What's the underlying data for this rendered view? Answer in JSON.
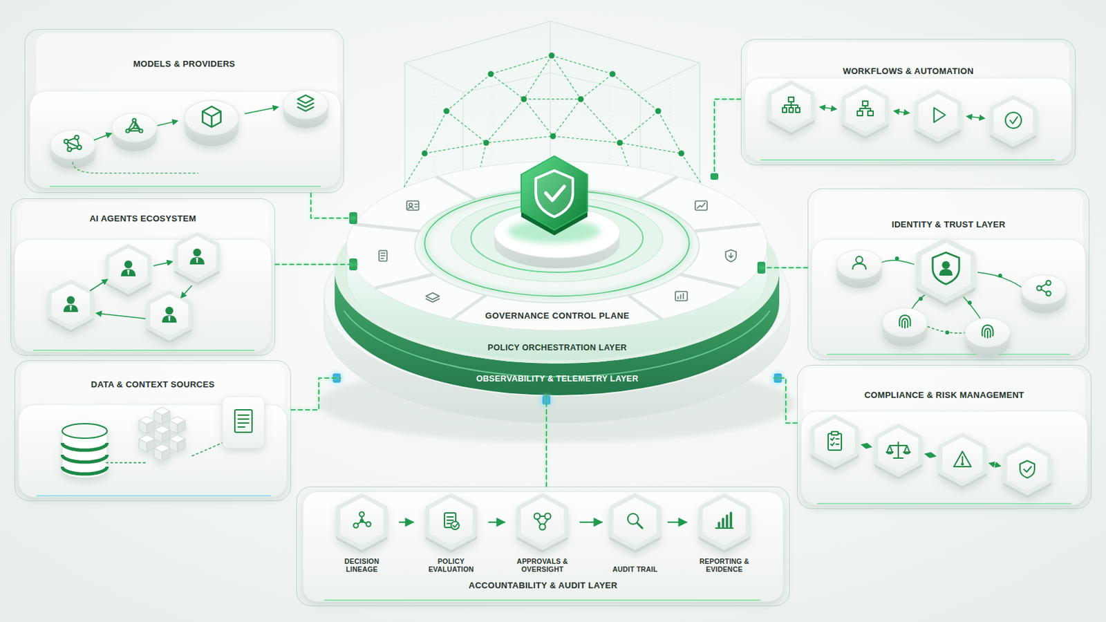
{
  "diagram": {
    "nodes": [
      {
        "text": [
          "MODELS & PROVIDERS"
        ]
      },
      {
        "text": [
          "WORKFLOWS & AUTOMATION"
        ]
      },
      {
        "text": [
          "AI AGENTS ECOSYSTEM"
        ]
      },
      {
        "text": [
          "GOVERNANCE CONTROL PLANE"
        ]
      },
      {
        "text": [
          "IDENTITY & TRUST LAYER"
        ]
      },
      {
        "text": [
          "POLICY ORCHESTRATION LAYER"
        ]
      },
      {
        "text": [
          "OBSERVABILITY & TELEMETRY LAYER"
        ]
      },
      {
        "text": [
          "DATA & CONTEXT SOURCES"
        ]
      },
      {
        "text": [
          "COMPLIANCE & RISK MANAGEMENT"
        ]
      },
      {
        "text": [
          "ACCOUNTABILITY & AUDIT LAYER"
        ]
      },
      {
        "text": [
          "DECISION LINEAGE"
        ],
        "in": 9
      },
      {
        "text": [
          "POLICY EVALUATION"
        ],
        "in": 9
      },
      {
        "text": [
          "APPROVALS & OVERSIGHT"
        ],
        "in": 9
      },
      {
        "text": [
          "AUDIT TRAIL"
        ],
        "in": 9
      },
      {
        "text": [
          "REPORTING & EVIDENCE"
        ],
        "in": 9
      }
    ],
    "edges": [
      {
        "from": 0,
        "to": 3,
        "arrow": "none"
      },
      {
        "from": 1,
        "to": 3,
        "arrow": "none"
      },
      {
        "from": 2,
        "to": 3,
        "arrow": "none"
      },
      {
        "from": 4,
        "to": 3,
        "arrow": "none"
      },
      {
        "from": 7,
        "to": 6,
        "arrow": "none"
      },
      {
        "from": 8,
        "to": 6,
        "arrow": "none"
      },
      {
        "from": 9,
        "to": 6,
        "arrow": "none"
      },
      {
        "from": 10,
        "to": 11,
        "arrow": "to"
      },
      {
        "from": 11,
        "to": 12,
        "arrow": "to"
      },
      {
        "from": 12,
        "to": 13,
        "arrow": "to"
      },
      {
        "from": 13,
        "to": 14,
        "arrow": "to"
      }
    ]
  }
}
